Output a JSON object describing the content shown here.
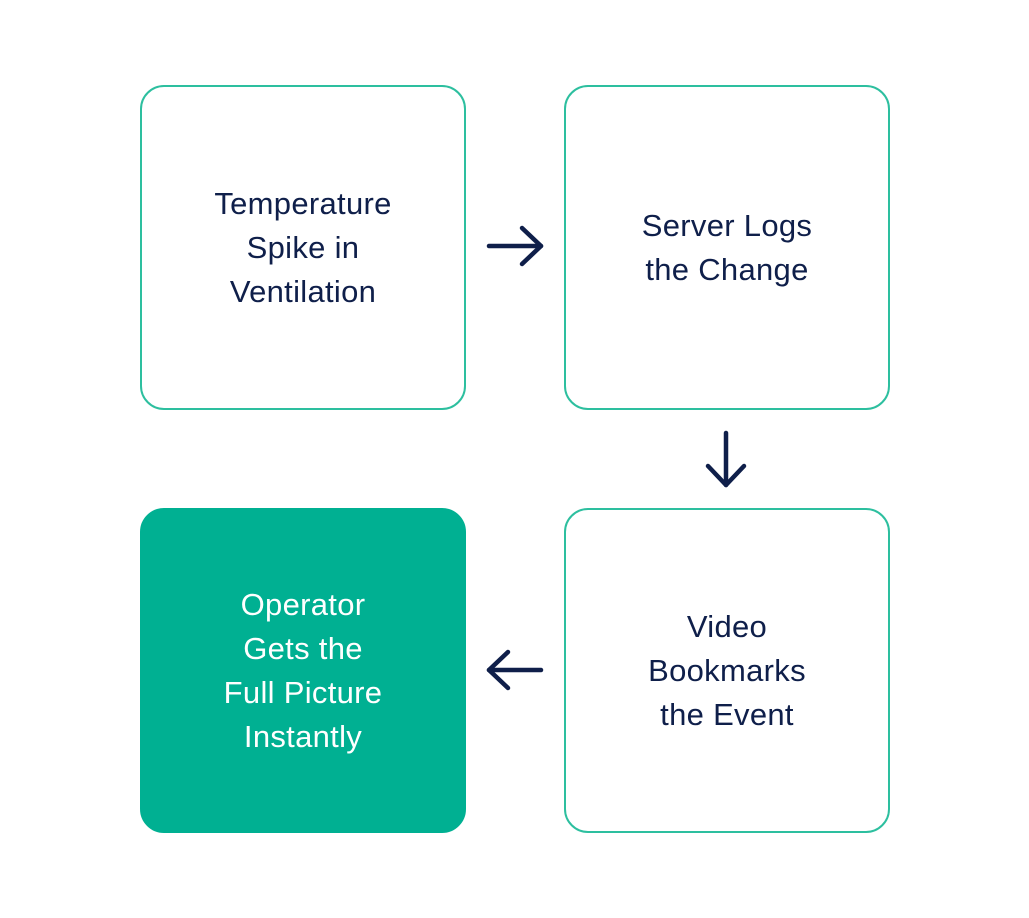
{
  "diagram": {
    "type": "flow",
    "colors": {
      "border": "#2dbf9f",
      "accent_fill": "#00b092",
      "text": "#0f1f4a",
      "arrow": "#0f1f4a",
      "accent_text": "#ffffff"
    },
    "steps": [
      {
        "id": "1",
        "label": "Temperature Spike in Ventilation",
        "lines": [
          "Temperature",
          "Spike in",
          "Ventilation"
        ],
        "highlighted": false
      },
      {
        "id": "2",
        "label": "Server Logs the Change",
        "lines": [
          "Server Logs",
          "the Change"
        ],
        "highlighted": false
      },
      {
        "id": "3",
        "label": "Video Bookmarks the Event",
        "lines": [
          "Video",
          "Bookmarks",
          "the Event"
        ],
        "highlighted": false
      },
      {
        "id": "4",
        "label": "Operator Gets the Full Picture Instantly",
        "lines": [
          "Operator",
          "Gets the",
          "Full Picture",
          "Instantly"
        ],
        "highlighted": true
      }
    ],
    "arrows": [
      {
        "from": "1",
        "to": "2",
        "direction": "right",
        "icon": "arrow-right-icon"
      },
      {
        "from": "2",
        "to": "3",
        "direction": "down",
        "icon": "arrow-down-icon"
      },
      {
        "from": "3",
        "to": "4",
        "direction": "left",
        "icon": "arrow-left-icon"
      }
    ]
  }
}
